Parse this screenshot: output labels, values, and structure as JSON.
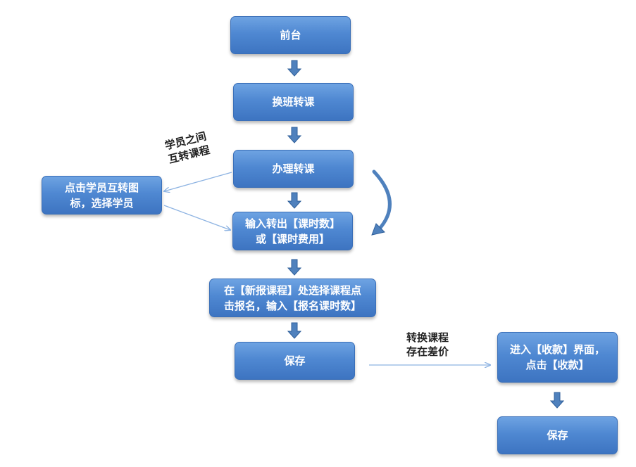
{
  "nodes": {
    "front_desk": "前台",
    "class_transfer": "换班转课",
    "handle_transfer": "办理转课",
    "select_student": {
      "line1": "点击学员互转图",
      "line2": "标，选择学员"
    },
    "enter_amount": {
      "line1": "输入转出【课时数】",
      "line2": "或【课时费用】"
    },
    "new_course": {
      "line1": "在【新报课程】处选择课程点",
      "line2": "击报名，输入【报名课时数】"
    },
    "save": "保存",
    "payment": {
      "line1": "进入【收款】界面，",
      "line2": "点击【收款】"
    },
    "save2": "保存"
  },
  "labels": {
    "between_students": {
      "line1": "学员之间",
      "line2": "互转课程"
    },
    "price_difference": {
      "line1": "转换课程",
      "line2": "存在差价"
    }
  },
  "colors": {
    "box_fill": "#4f88d2",
    "arrow": "#4f81bd",
    "connector": "#8db3e2"
  }
}
